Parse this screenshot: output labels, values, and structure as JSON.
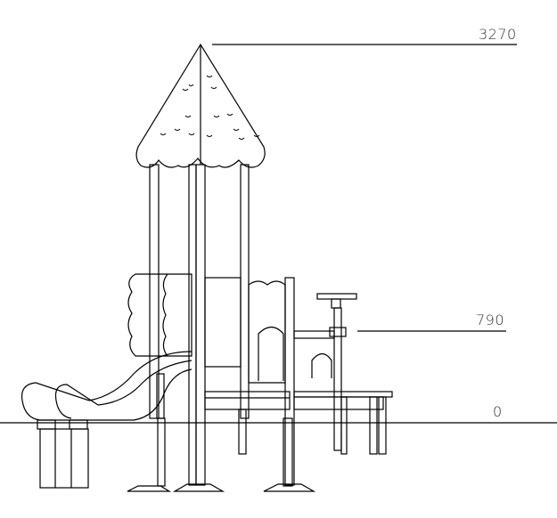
{
  "drawing": {
    "subject": "playground-tower-with-slide-side-elevation",
    "height_marks": [
      {
        "label": "3270",
        "value_mm": 3270
      },
      {
        "label": "790",
        "value_mm": 790
      },
      {
        "label": "0",
        "value_mm": 0
      }
    ],
    "line_color": "#000000",
    "background": "#ffffff"
  }
}
